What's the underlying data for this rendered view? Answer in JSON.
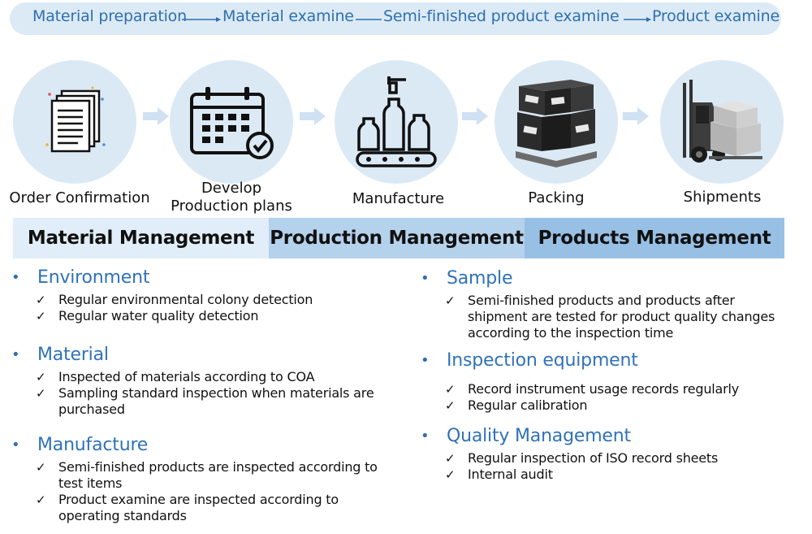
{
  "flow": {
    "stages": [
      "Material preparation",
      "Material examine",
      "Semi-finished product examine",
      "Product examine"
    ],
    "colors": {
      "bar": "#dceaf6",
      "text": "#2e6fb0"
    }
  },
  "steps": [
    {
      "label": "Order Confirmation",
      "icon": "documents-icon"
    },
    {
      "label": "Develop\nProduction plans",
      "icon": "calendar-check-icon"
    },
    {
      "label": "Manufacture",
      "icon": "bottle-conveyor-icon"
    },
    {
      "label": "Packing",
      "icon": "boxes-on-pallet-icon"
    },
    {
      "label": "Shipments",
      "icon": "forklift-icon"
    }
  ],
  "management": {
    "material": "Material Management",
    "production": "Production Management",
    "products": "Products Management",
    "colors": {
      "material": "#e1eef9",
      "production": "#b5d2ec",
      "products": "#98c0e5"
    }
  },
  "left_sections": [
    {
      "title": "Environment",
      "items": [
        "Regular environmental colony detection",
        "Regular water quality detection"
      ]
    },
    {
      "title": "Material",
      "items": [
        "Inspected of materials according to COA",
        "Sampling standard inspection when materials are\npurchased"
      ]
    },
    {
      "title": "Manufacture",
      "items": [
        "Semi-finished products are inspected according to\ntest items",
        "Product examine are inspected according to\noperating standards"
      ]
    }
  ],
  "right_sections": [
    {
      "title": "Sample",
      "items": [
        "Semi-finished products and products after\nshipment are tested for product quality changes\naccording to the inspection time"
      ]
    },
    {
      "title": "Inspection equipment",
      "items": [
        "Record instrument usage records regularly",
        "Regular calibration"
      ]
    },
    {
      "title": "Quality Management",
      "items": [
        "Regular inspection of ISO record sheets",
        "Internal audit"
      ]
    }
  ],
  "symbols": {
    "bullet": "•",
    "check": "✓"
  },
  "accent": "#2f72b8"
}
